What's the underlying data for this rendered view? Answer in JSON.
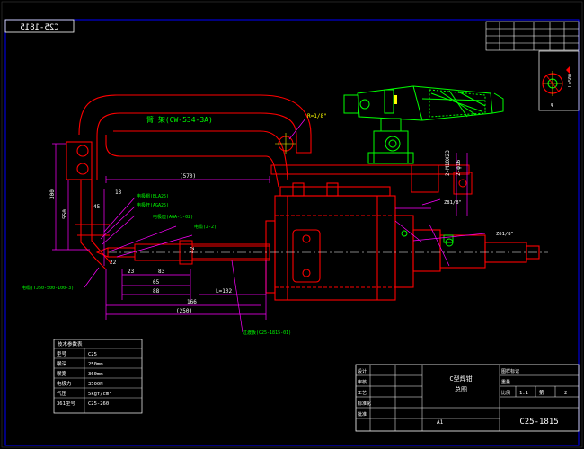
{
  "drawing_number": "C25-1815",
  "drawing_number_mirrored": "C25-1815",
  "scale_label": "A1",
  "view_scale": "1:1",
  "sheet_info": {
    "sheet_label": "第",
    "sheet_no": "2"
  },
  "title_block": {
    "title_line1": "C型焊钳",
    "title_line2": "总图",
    "left_labels": [
      "设计",
      "审核",
      "工艺",
      "标准化",
      "批准"
    ],
    "right_labels": [
      "图样标记",
      "重量",
      "比例"
    ]
  },
  "spec_table": {
    "title": "技术参数表",
    "rows": [
      [
        "型号",
        "C25"
      ],
      [
        "喉深",
        "250mm"
      ],
      [
        "喉宽",
        "360mm"
      ],
      [
        "电极力",
        "3500N"
      ],
      [
        "气压",
        "5kgf/cm²"
      ],
      [
        "361型号",
        "C25-260"
      ]
    ]
  },
  "callouts": {
    "arm": "臂 架(CW-534-3A)",
    "tip1": "电极帽(BLA25)",
    "tip2": "电极杆(AGA25)",
    "tip3": "电极座(AGA-1-02)",
    "tip4": "电缆(Z-2)",
    "cable": "电缆(TJ50-500-100-3)",
    "lower": "过渡板(C25-1815-01)",
    "radius": "R=1/8\"",
    "angle1": "Z81/8\"",
    "angle2": "Z61/8\""
  },
  "dims": {
    "d13": "13",
    "d300": "300",
    "d550": "550",
    "d45": "45",
    "d22": "22",
    "d23": "23",
    "d83": "83",
    "d65": "65",
    "d88": "88",
    "d166": "166",
    "d250": "(250)",
    "dl102": "L=102",
    "d42": "42",
    "d570": "(570)",
    "v1": "2-φ16",
    "v2": "2-M10X23",
    "v3": "L=500",
    "vb": "φ"
  },
  "colors": {
    "background": "#000000",
    "frame": "#0000ff",
    "outline": "#ff0000",
    "dimension": "#ff00ff",
    "handle": "#00ff00",
    "text": "#ffffff",
    "label": "#ffff00"
  }
}
